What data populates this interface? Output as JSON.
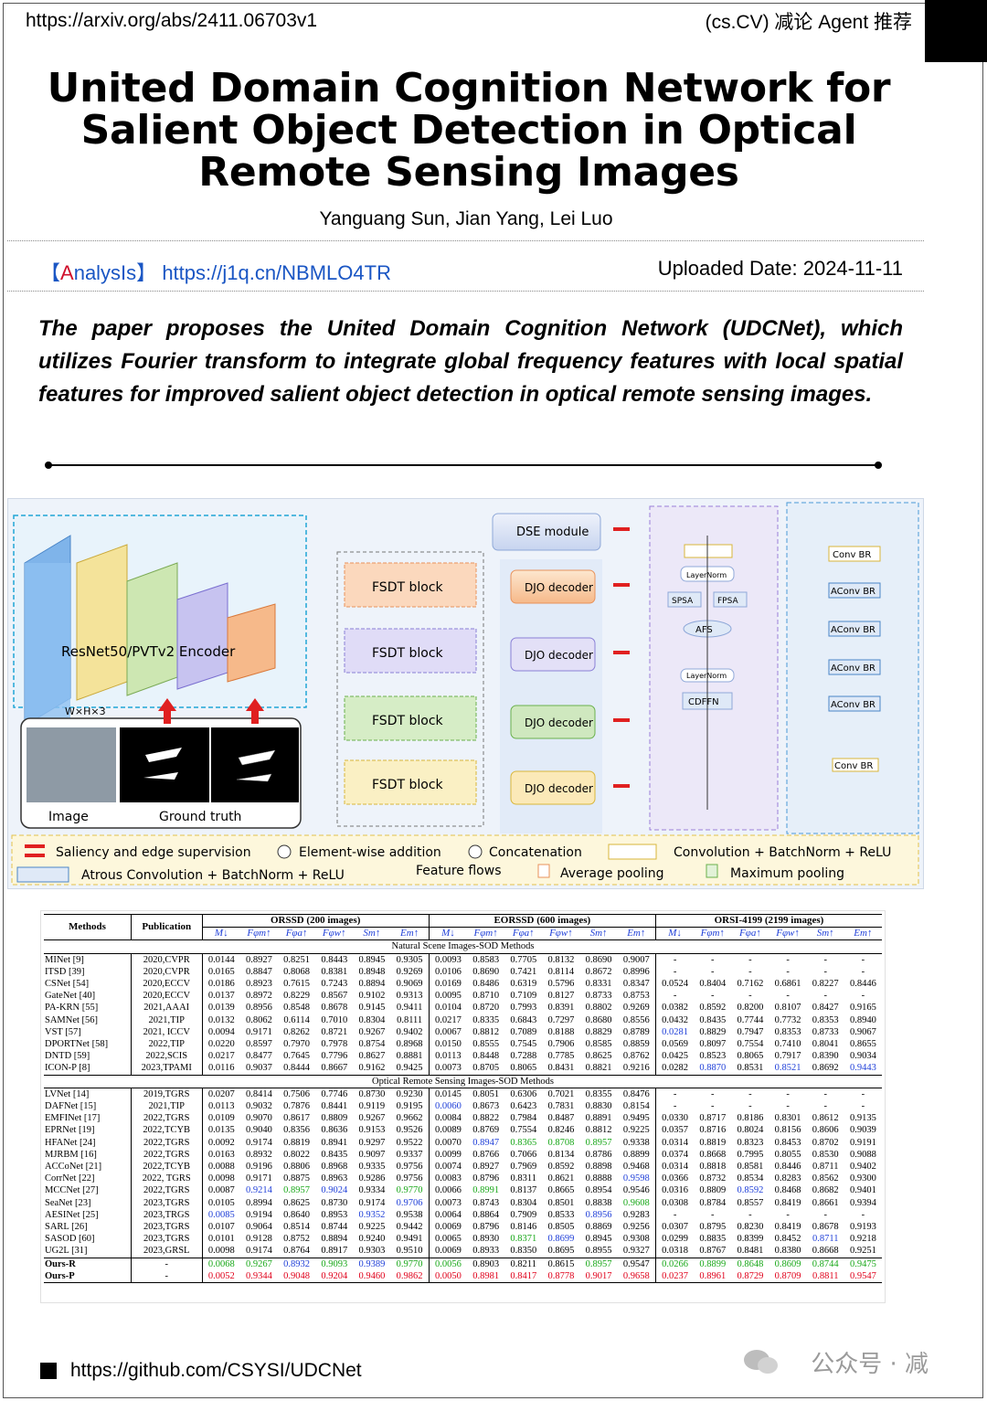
{
  "header": {
    "url": "https://arxiv.org/abs/2411.06703v1",
    "category": "(cs.CV) 减论 Agent 推荐"
  },
  "paper": {
    "title": "United Domain Cognition Network for Salient Object Detection in Optical Remote Sensing Images",
    "authors": "Yanguang Sun, Jian Yang, Lei Luo"
  },
  "info": {
    "analysis_prefix": "【",
    "analysis_a": "A",
    "analysis_rest": "nalysIs】",
    "analysis_link": "https://j1q.cn/NBMLO4TR",
    "uploaded": "Uploaded Date: 2024-11-11"
  },
  "summary": "The paper proposes the United Domain Cognition Network (UDCNet), which utilizes Fourier transform to integrate global frequency features with local spatial features for improved salient object detection in optical remote sensing images.",
  "figure": {
    "encoder_label": "ResNet50/PVTv2 Encoder",
    "input_dims": "W×H×3",
    "image_label": "Image",
    "gt_label": "Ground truth",
    "fsdt_label": "FSDT block",
    "djo_label": "DJO decoder",
    "dse_label": "DSE module",
    "legend": {
      "saliency": "Saliency and edge supervision",
      "addition": "Element-wise addition",
      "concat": "Concatenation",
      "conv_br": "Convolution + BatchNorm + ReLU",
      "aconv_br": "Atrous Convolution + BatchNorm + ReLU",
      "flows": "Feature flows",
      "avgpool": "Average pooling",
      "maxpool": "Maximum pooling"
    },
    "djo_detail": [
      "LayerNorm",
      "SPSA",
      "FPSA",
      "AFS",
      "LayerNorm",
      "CDFFN"
    ],
    "dse_detail": [
      "Conv BR",
      "AConv BR",
      "AConv BR",
      "AConv BR",
      "AConv BR",
      "Conv BR"
    ]
  },
  "table": {
    "headers": {
      "methods": "Methods",
      "publication": "Publication",
      "datasets": [
        "ORSSD (200 images)",
        "EORSSD (600 images)",
        "ORSI-4199 (2199 images)"
      ],
      "metrics": [
        "M↓",
        "Fφm↑",
        "Fφa↑",
        "Fφw↑",
        "Sm↑",
        "Em↑"
      ]
    },
    "sections": {
      "natural": "Natural Scene Images-SOD Methods",
      "optical": "Optical Remote Sensing Images-SOD Methods"
    },
    "natural_rows": [
      [
        "MINet [9]",
        "2020,CVPR",
        "0.0144",
        "0.8927",
        "0.8251",
        "0.8443",
        "0.8945",
        "0.9305",
        "0.0093",
        "0.8583",
        "0.7705",
        "0.8132",
        "0.8690",
        "0.9007",
        "-",
        "-",
        "-",
        "-",
        "-",
        "-"
      ],
      [
        "ITSD [39]",
        "2020,CVPR",
        "0.0165",
        "0.8847",
        "0.8068",
        "0.8381",
        "0.8948",
        "0.9269",
        "0.0106",
        "0.8690",
        "0.7421",
        "0.8114",
        "0.8672",
        "0.8996",
        "-",
        "-",
        "-",
        "-",
        "-",
        "-"
      ],
      [
        "CSNet [54]",
        "2020,ECCV",
        "0.0186",
        "0.8923",
        "0.7615",
        "0.7243",
        "0.8894",
        "0.9069",
        "0.0169",
        "0.8486",
        "0.6319",
        "0.5796",
        "0.8331",
        "0.8347",
        "0.0524",
        "0.8404",
        "0.7162",
        "0.6861",
        "0.8227",
        "0.8446"
      ],
      [
        "GateNet [40]",
        "2020,ECCV",
        "0.0137",
        "0.8972",
        "0.8229",
        "0.8567",
        "0.9102",
        "0.9313",
        "0.0095",
        "0.8710",
        "0.7109",
        "0.8127",
        "0.8733",
        "0.8753",
        "-",
        "-",
        "-",
        "-",
        "-",
        "-"
      ],
      [
        "PA-KRN [55]",
        "2021,AAAI",
        "0.0139",
        "0.8956",
        "0.8548",
        "0.8678",
        "0.9145",
        "0.9411",
        "0.0104",
        "0.8720",
        "0.7993",
        "0.8391",
        "0.8802",
        "0.9269",
        "0.0382",
        "0.8592",
        "0.8200",
        "0.8107",
        "0.8427",
        "0.9165"
      ],
      [
        "SAMNet [56]",
        "2021,TIP",
        "0.0132",
        "0.8062",
        "0.6114",
        "0.7010",
        "0.8304",
        "0.8111",
        "0.0217",
        "0.8335",
        "0.6843",
        "0.7297",
        "0.8680",
        "0.8556",
        "0.0432",
        "0.8435",
        "0.7744",
        "0.7732",
        "0.8353",
        "0.8940"
      ],
      [
        "VST [57]",
        "2021, ICCV",
        "0.0094",
        "0.9171",
        "0.8262",
        "0.8721",
        "0.9267",
        "0.9402",
        "0.0067",
        "0.8812",
        "0.7089",
        "0.8188",
        "0.8829",
        "0.8789",
        "0.0281",
        "0.8829",
        "0.7947",
        "0.8353",
        "0.8733",
        "0.9067"
      ],
      [
        "DPORTNet [58]",
        "2022,TIP",
        "0.0220",
        "0.8597",
        "0.7970",
        "0.7978",
        "0.8754",
        "0.8968",
        "0.0150",
        "0.8555",
        "0.7545",
        "0.7906",
        "0.8585",
        "0.8859",
        "0.0569",
        "0.8097",
        "0.7554",
        "0.7410",
        "0.8041",
        "0.8655"
      ],
      [
        "DNTD [59]",
        "2022,SCIS",
        "0.0217",
        "0.8477",
        "0.7645",
        "0.7796",
        "0.8627",
        "0.8881",
        "0.0113",
        "0.8448",
        "0.7288",
        "0.7785",
        "0.8625",
        "0.8762",
        "0.0425",
        "0.8523",
        "0.8065",
        "0.7917",
        "0.8390",
        "0.9034"
      ],
      [
        "ICON-P [8]",
        "2023,TPAMI",
        "0.0116",
        "0.9037",
        "0.8444",
        "0.8667",
        "0.9162",
        "0.9425",
        "0.0073",
        "0.8705",
        "0.8065",
        "0.8431",
        "0.8821",
        "0.9216",
        "0.0282",
        "0.8870",
        "0.8531",
        "0.8521",
        "0.8692",
        "0.9443"
      ]
    ],
    "natural_colors": {
      "6": {
        "14": "blue"
      },
      "9": {
        "15": "blue",
        "17": "blue",
        "19": "blue"
      }
    },
    "optical_rows": [
      [
        "LVNet [14]",
        "2019,TGRS",
        "0.0207",
        "0.8414",
        "0.7506",
        "0.7746",
        "0.8730",
        "0.9230",
        "0.0145",
        "0.8051",
        "0.6306",
        "0.7021",
        "0.8355",
        "0.8476",
        "-",
        "-",
        "-",
        "-",
        "-",
        "-"
      ],
      [
        "DAFNet [15]",
        "2021,TIP",
        "0.0113",
        "0.9032",
        "0.7876",
        "0.8441",
        "0.9119",
        "0.9195",
        "0.0060",
        "0.8673",
        "0.6423",
        "0.7831",
        "0.8830",
        "0.8154",
        "-",
        "-",
        "-",
        "-",
        "-",
        "-"
      ],
      [
        "EMFINet [17]",
        "2022,TGRS",
        "0.0109",
        "0.9070",
        "0.8617",
        "0.8809",
        "0.9267",
        "0.9662",
        "0.0084",
        "0.8822",
        "0.7984",
        "0.8487",
        "0.8891",
        "0.9495",
        "0.0330",
        "0.8717",
        "0.8186",
        "0.8301",
        "0.8612",
        "0.9135"
      ],
      [
        "EPRNet [19]",
        "2022,TCYB",
        "0.0135",
        "0.9040",
        "0.8356",
        "0.8636",
        "0.9153",
        "0.9526",
        "0.0089",
        "0.8769",
        "0.7554",
        "0.8246",
        "0.8812",
        "0.9225",
        "0.0357",
        "0.8716",
        "0.8024",
        "0.8156",
        "0.8606",
        "0.9039"
      ],
      [
        "HFANet [24]",
        "2022,TGRS",
        "0.0092",
        "0.9174",
        "0.8819",
        "0.8941",
        "0.9297",
        "0.9522",
        "0.0070",
        "0.8947",
        "0.8365",
        "0.8708",
        "0.8957",
        "0.9338",
        "0.0314",
        "0.8819",
        "0.8323",
        "0.8453",
        "0.8702",
        "0.9191"
      ],
      [
        "MJRBM [16]",
        "2022,TGRS",
        "0.0163",
        "0.8932",
        "0.8022",
        "0.8435",
        "0.9097",
        "0.9337",
        "0.0099",
        "0.8766",
        "0.7066",
        "0.8134",
        "0.8786",
        "0.8899",
        "0.0374",
        "0.8668",
        "0.7995",
        "0.8055",
        "0.8530",
        "0.9088"
      ],
      [
        "ACCoNet [21]",
        "2022,TCYB",
        "0.0088",
        "0.9196",
        "0.8806",
        "0.8968",
        "0.9335",
        "0.9756",
        "0.0074",
        "0.8927",
        "0.7969",
        "0.8592",
        "0.8898",
        "0.9468",
        "0.0314",
        "0.8818",
        "0.8581",
        "0.8446",
        "0.8711",
        "0.9402"
      ],
      [
        "CorrNet [22]",
        "2022, TGRS",
        "0.0098",
        "0.9171",
        "0.8875",
        "0.8963",
        "0.9286",
        "0.9756",
        "0.0083",
        "0.8796",
        "0.8311",
        "0.8621",
        "0.8888",
        "0.9598",
        "0.0366",
        "0.8732",
        "0.8534",
        "0.8283",
        "0.8562",
        "0.9300"
      ],
      [
        "MCCNet [27]",
        "2022,TGRS",
        "0.0087",
        "0.9214",
        "0.8957",
        "0.9024",
        "0.9334",
        "0.9770",
        "0.0066",
        "0.8991",
        "0.8137",
        "0.8665",
        "0.8954",
        "0.9546",
        "0.0316",
        "0.8809",
        "0.8592",
        "0.8468",
        "0.8682",
        "0.9401"
      ],
      [
        "SeaNet [23]",
        "2023,TGRS",
        "0.0105",
        "0.8994",
        "0.8625",
        "0.8730",
        "0.9174",
        "0.9706",
        "0.0073",
        "0.8743",
        "0.8304",
        "0.8501",
        "0.8838",
        "0.9608",
        "0.0308",
        "0.8784",
        "0.8557",
        "0.8419",
        "0.8661",
        "0.9394"
      ],
      [
        "AESINet [25]",
        "2023,TRGS",
        "0.0085",
        "0.9194",
        "0.8640",
        "0.8953",
        "0.9352",
        "0.9538",
        "0.0064",
        "0.8864",
        "0.7909",
        "0.8533",
        "0.8956",
        "0.9283",
        "-",
        "-",
        "-",
        "-",
        "-",
        "-"
      ],
      [
        "SARL [26]",
        "2023,TGRS",
        "0.0107",
        "0.9064",
        "0.8514",
        "0.8744",
        "0.9225",
        "0.9442",
        "0.0069",
        "0.8796",
        "0.8146",
        "0.8505",
        "0.8869",
        "0.9256",
        "0.0307",
        "0.8795",
        "0.8230",
        "0.8419",
        "0.8678",
        "0.9193"
      ],
      [
        "SASOD [60]",
        "2023,TGRS",
        "0.0101",
        "0.9128",
        "0.8752",
        "0.8894",
        "0.9240",
        "0.9491",
        "0.0065",
        "0.8930",
        "0.8371",
        "0.8699",
        "0.8945",
        "0.9308",
        "0.0299",
        "0.8835",
        "0.8399",
        "0.8452",
        "0.8711",
        "0.9218"
      ],
      [
        "UG2L [31]",
        "2023,GRSL",
        "0.0098",
        "0.9174",
        "0.8764",
        "0.8917",
        "0.9303",
        "0.9510",
        "0.0069",
        "0.8933",
        "0.8350",
        "0.8695",
        "0.8955",
        "0.9327",
        "0.0318",
        "0.8767",
        "0.8481",
        "0.8380",
        "0.8668",
        "0.9251"
      ]
    ],
    "optical_colors": {
      "1": {
        "8": "blue"
      },
      "4": {
        "9": "blue",
        "10": "green",
        "11": "green",
        "12": "green"
      },
      "7": {
        "13": "blue"
      },
      "8": {
        "3": "blue",
        "4": "green",
        "5": "blue",
        "7": "green",
        "9": "green",
        "16": "blue"
      },
      "9": {
        "7": "blue",
        "13": "green"
      },
      "10": {
        "2": "blue",
        "6": "blue",
        "12": "blue"
      },
      "12": {
        "10": "green",
        "11": "blue",
        "18": "blue"
      }
    },
    "ours_rows": [
      [
        "Ours-R",
        "-",
        "0.0068",
        "0.9267",
        "0.8932",
        "0.9093",
        "0.9389",
        "0.9770",
        "0.0056",
        "0.8903",
        "0.8211",
        "0.8615",
        "0.8957",
        "0.9547",
        "0.0266",
        "0.8899",
        "0.8648",
        "0.8609",
        "0.8744",
        "0.9475"
      ],
      [
        "Ours-P",
        "-",
        "0.0052",
        "0.9344",
        "0.9048",
        "0.9204",
        "0.9460",
        "0.9862",
        "0.0050",
        "0.8981",
        "0.8417",
        "0.8778",
        "0.9017",
        "0.9658",
        "0.0237",
        "0.8961",
        "0.8729",
        "0.8709",
        "0.8811",
        "0.9547"
      ]
    ],
    "ours_colors": {
      "0": {
        "2": "green",
        "3": "green",
        "4": "blue",
        "5": "green",
        "6": "blue",
        "7": "green",
        "8": "green",
        "12": "green",
        "14": "green",
        "15": "green",
        "16": "green",
        "17": "green",
        "18": "green",
        "19": "green"
      },
      "1": {
        "2": "red",
        "3": "red",
        "4": "red",
        "5": "red",
        "6": "red",
        "7": "red",
        "8": "red",
        "9": "red",
        "10": "red",
        "11": "red",
        "12": "red",
        "13": "red",
        "14": "red",
        "15": "red",
        "16": "red",
        "17": "red",
        "18": "red",
        "19": "red"
      }
    }
  },
  "footer": {
    "github": "https://github.com/CSYSI/UDCNet",
    "watermark": "公众号 · 减"
  }
}
